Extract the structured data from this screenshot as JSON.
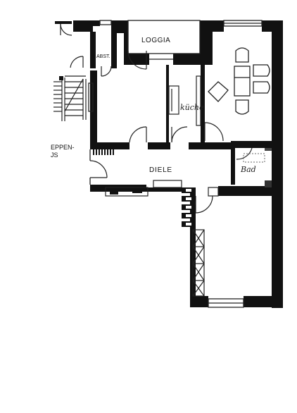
{
  "plan": {
    "labels": {
      "loggia": "LOGGIA",
      "abstellraum": "ABST.",
      "diele": "DIELE",
      "treppenhaus_line1": "EPPEN-",
      "treppenhaus_line2": "JS"
    },
    "handwritten": {
      "kueche": "küche",
      "bad": "Bad"
    },
    "colors": {
      "wall": "#111111",
      "line": "#222222",
      "paper": "#ffffff"
    }
  }
}
